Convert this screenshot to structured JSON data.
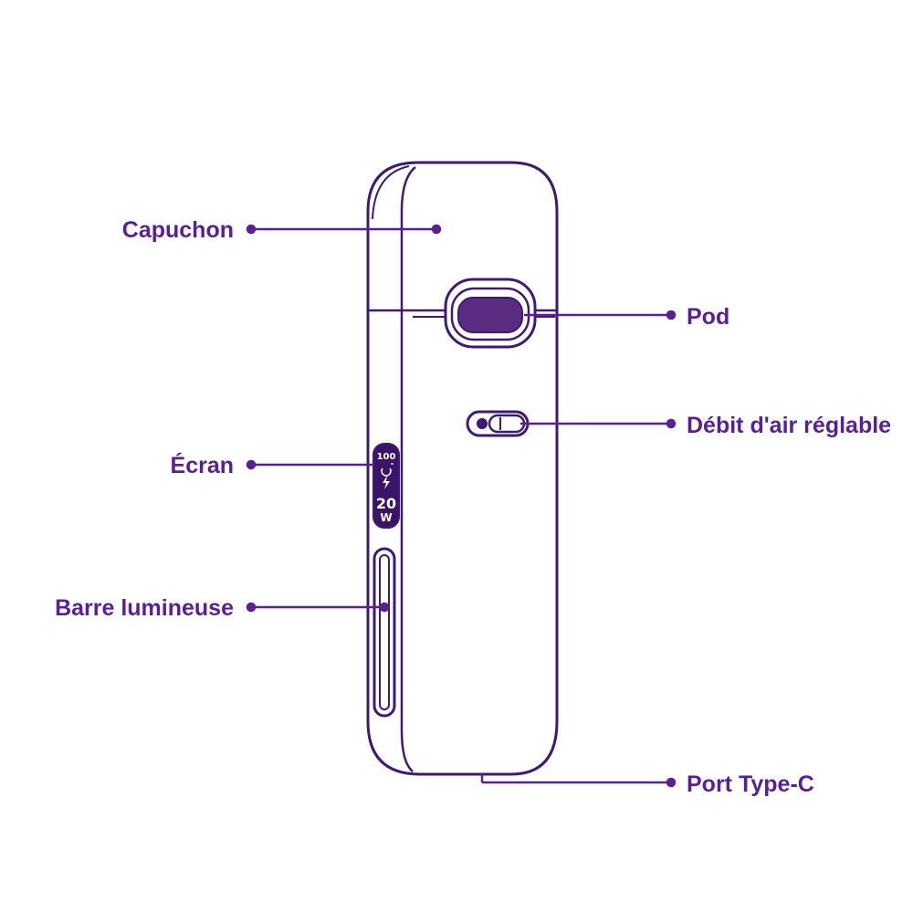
{
  "colors": {
    "outline": "#3f1a73",
    "label": "#5b1f95",
    "leader": "#5b1f95",
    "pod_fill": "#5a2d82",
    "screen_fill": "#3a1466",
    "background": "#ffffff"
  },
  "labels": {
    "cap": "Capuchon",
    "pod": "Pod",
    "airflow": "Débit d'air réglable",
    "screen": "Écran",
    "light_bar": "Barre lumineuse",
    "port": "Port Type-C"
  },
  "screen": {
    "battery": "100",
    "battery_icon": "battery-icon",
    "bolt_icon": "lightning-icon",
    "power_value": "20",
    "power_unit": "W"
  }
}
